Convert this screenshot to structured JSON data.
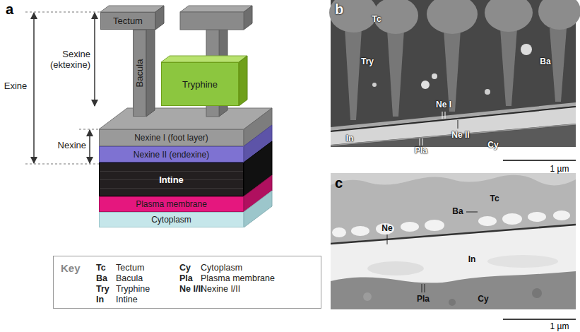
{
  "diagram": {
    "nodes": [
      {
        "text": [
          "Tectum"
        ]
      },
      {
        "text": [
          "Bacula"
        ]
      },
      {
        "text": [
          "Tryphine"
        ]
      },
      {
        "text": [
          "Nexine I (foot layer)"
        ]
      },
      {
        "text": [
          "Nexine II (endexine)"
        ]
      },
      {
        "text": [
          "Intine"
        ]
      },
      {
        "text": [
          "Plasma membrane"
        ]
      },
      {
        "text": [
          "Cytoplasm"
        ]
      },
      {
        "text": [
          "Key",
          "Tc",
          "Tectum",
          "Cy",
          "Cytoplasm",
          "Ba",
          "Bacula",
          "Pla",
          "Plasma membrane",
          "Try",
          "Tryphine",
          "Ne I/II",
          "Nexine I/II",
          "In",
          "Intine"
        ]
      }
    ],
    "labels": [
      "a",
      "Exine",
      "Sexine (ektexine)",
      "Nexine",
      "b",
      "Tc",
      "Try",
      "Ba",
      "Ne I",
      "Ne II",
      "In",
      "Pla",
      "Cy",
      "1 µm",
      "c",
      "Tc",
      "Ba",
      "Ne",
      "In",
      "Pla",
      "Cy",
      "1 µm"
    ]
  }
}
